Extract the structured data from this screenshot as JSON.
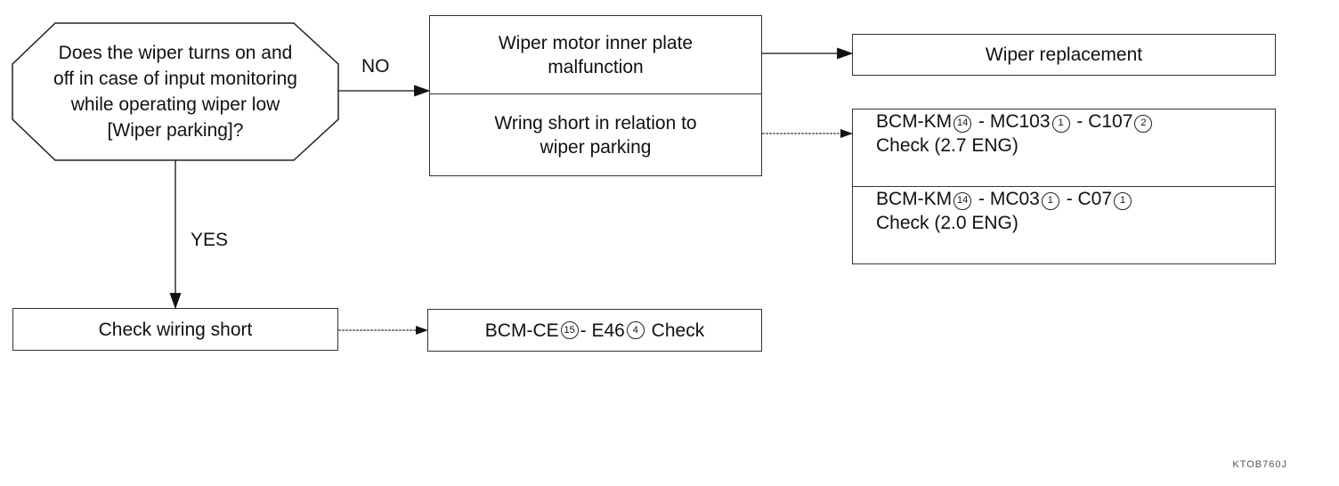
{
  "decision": {
    "lines": [
      "Does the wiper turns on and",
      "off in case of input monitoring",
      "while operating wiper low",
      "[Wiper parking]?"
    ]
  },
  "branches": {
    "no": "NO",
    "yes": "YES"
  },
  "causes": [
    {
      "lines": [
        "Wiper motor inner plate",
        "malfunction"
      ]
    },
    {
      "lines": [
        "Wring short in relation to",
        "wiper parking"
      ]
    }
  ],
  "actions": {
    "wiper_replacement": "Wiper replacement",
    "check_27": {
      "a": "BCM-KM",
      "c1": "14",
      "b": " - MC103",
      "c2": "1",
      "d": " - C107",
      "c3": "2",
      "line2": "Check (2.7 ENG)"
    },
    "check_20": {
      "a": "BCM-KM",
      "c1": "14",
      "b": " - MC03",
      "c2": "1",
      "d": " - C07",
      "c3": "1",
      "line2": "Check (2.0 ENG)"
    }
  },
  "yes_step": "Check wiring short",
  "yes_action": {
    "a": "BCM-CE",
    "c1": "15",
    "b": " - E46",
    "c2": "4",
    "d": " Check"
  },
  "figure_code": "KTOB760J"
}
